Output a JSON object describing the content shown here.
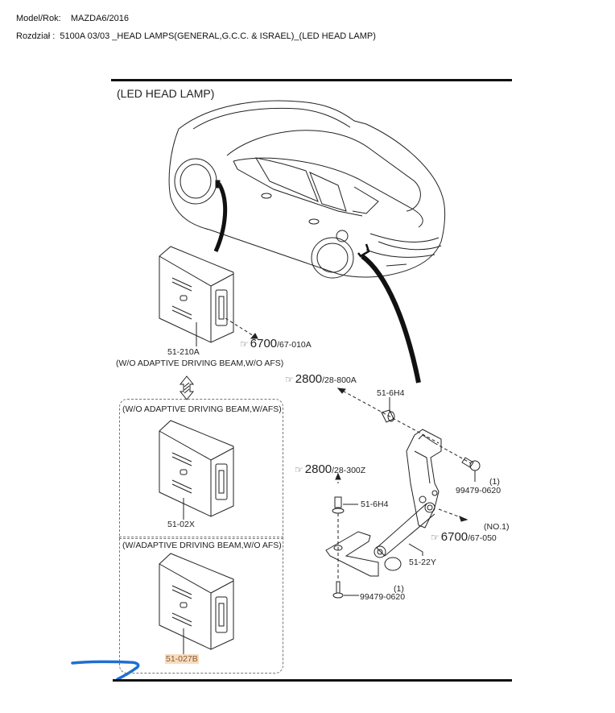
{
  "header": {
    "model_label": "Model/Rok:",
    "model_value": "MAZDA6/2016",
    "section_label": "Rozdział :",
    "section_value": "5100A 03/03 _HEAD LAMPS(GENERAL,G.C.C. & ISRAEL)_(LED HEAD LAMP)"
  },
  "diagram": {
    "title": "(LED HEAD LAMP)",
    "parts": [
      {
        "id": "51-210A",
        "note": "(W/O ADAPTIVE DRIVING BEAM,W/O AFS)"
      },
      {
        "id": "51-02X",
        "section": "(W/O ADAPTIVE DRIVING BEAM,W/AFS)"
      },
      {
        "id": "51-027B",
        "section": "(W/ADAPTIVE DRIVING BEAM,W/O AFS)",
        "highlighted": true
      },
      {
        "id": "51-6H4",
        "position": "upper"
      },
      {
        "id": "51-6H4",
        "position": "lower"
      },
      {
        "id": "51-22Y"
      },
      {
        "id": "99479-0620",
        "qty": "(1)",
        "position": "upper"
      },
      {
        "id": "99479-0620",
        "qty": "(1)",
        "position": "lower"
      }
    ],
    "references": [
      {
        "group": "6700",
        "code": "/67-010A"
      },
      {
        "group": "2800",
        "code": "/28-800A"
      },
      {
        "group": "2800",
        "code": "/28-300Z"
      },
      {
        "group": "6700",
        "code": "/67-050",
        "note": "(NO.1)"
      }
    ],
    "highlight_color": "#f7dcc0",
    "annotation_color": "#1e6fd0"
  }
}
